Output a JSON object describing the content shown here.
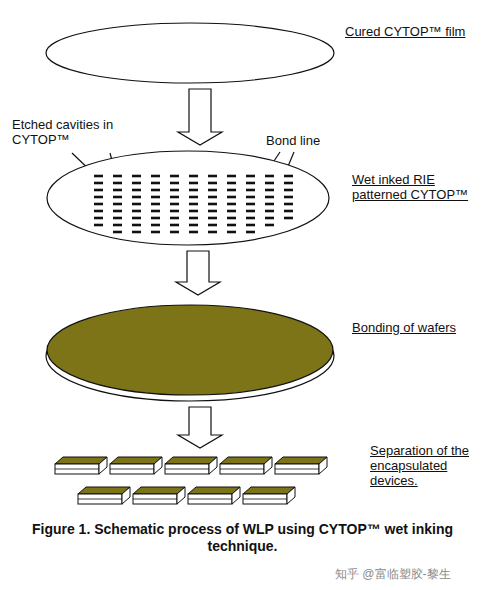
{
  "diagram": {
    "caption": "Figure 1. Schematic process of WLP using CYTOP™ wet inking technique.",
    "nodes": [
      {
        "text": [
          "Cured CYTOP™ film"
        ]
      },
      {
        "text": [
          "Wet inked RIE patterned CYTOP™"
        ]
      },
      {
        "text": [
          "Bonding of wafers"
        ]
      },
      {
        "text": [
          "Separation of the encapsulated devices."
        ]
      }
    ],
    "edges": [
      {
        "from": 0,
        "to": 1,
        "arrow": "to"
      },
      {
        "from": 1,
        "to": 2,
        "arrow": "to"
      },
      {
        "from": 2,
        "to": 3,
        "arrow": "to"
      }
    ],
    "labels": [
      "Etched cavities in CYTOP™",
      "Bond line",
      "知乎 @富临塑胶-黎生"
    ]
  }
}
